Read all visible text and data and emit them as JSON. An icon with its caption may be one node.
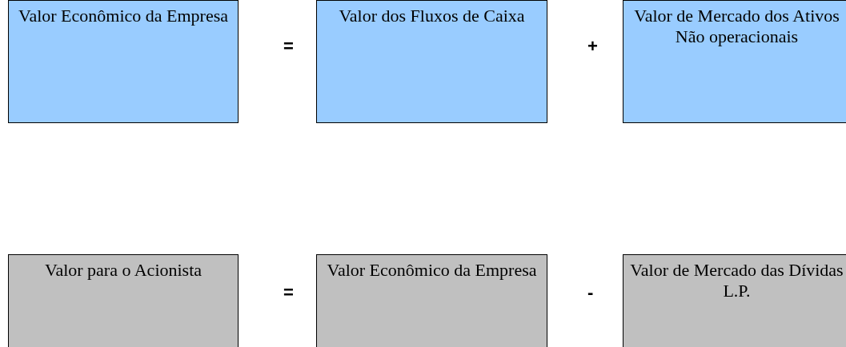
{
  "diagram": {
    "nodes": [
      {
        "text": [
          "Valor Econômico da Empresa"
        ]
      },
      {
        "text": [
          "Valor dos Fluxos de Caixa"
        ]
      },
      {
        "text": [
          "Valor de Mercado dos Ativos Não operacionais"
        ]
      },
      {
        "text": [
          "Valor para o Acionista"
        ]
      },
      {
        "text": [
          "Valor Econômico da Empresa"
        ]
      },
      {
        "text": [
          "Valor de Mercado das Dívidas L.P."
        ]
      }
    ],
    "edges": [],
    "labels": [
      "=",
      "+",
      "=",
      "-"
    ]
  }
}
